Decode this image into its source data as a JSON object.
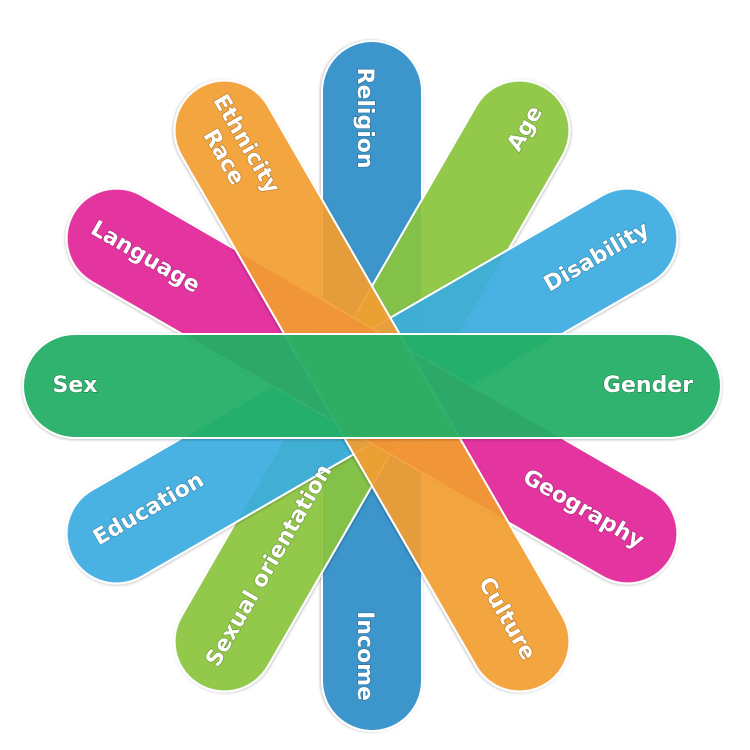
{
  "diagram": {
    "petals": [
      {
        "id": "religion-income",
        "color": "#2f8fca",
        "labels": [
          "Religion",
          "Income"
        ]
      },
      {
        "id": "age-sexual-orientation",
        "color": "#8cc63f",
        "labels": [
          "Age",
          "Sexual orientation"
        ]
      },
      {
        "id": "disability-education",
        "color": "#3aaee2",
        "labels": [
          "Disability",
          "Education"
        ]
      },
      {
        "id": "language-geography",
        "color": "#e3239a",
        "labels": [
          "Language",
          "Geography"
        ]
      },
      {
        "id": "ethnicity-race-culture",
        "color": "#f5a030",
        "labels": [
          "Ethnicity\nRace",
          "Culture"
        ]
      },
      {
        "id": "sex-gender",
        "color": "#25b067",
        "labels": [
          "Sex",
          "Gender"
        ]
      }
    ]
  }
}
